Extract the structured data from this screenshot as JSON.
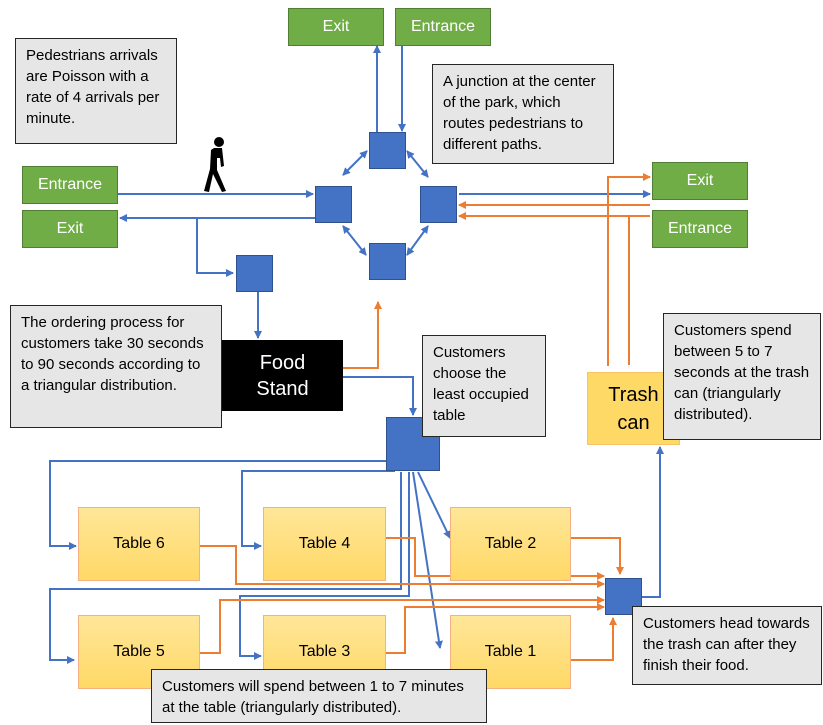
{
  "colors": {
    "blue_flow": "#4472c4",
    "orange_flow": "#ed7d31",
    "green_box": "#70ad47",
    "table_fill": "#ffd966",
    "note_fill": "#e7e6e6"
  },
  "top": {
    "exit": "Exit",
    "entrance": "Entrance"
  },
  "left": {
    "entrance": "Entrance",
    "exit": "Exit"
  },
  "right": {
    "exit": "Exit",
    "entrance": "Entrance"
  },
  "notes": {
    "arrivals": "Pedestrians arrivals are Poisson with a rate of 4 arrivals per minute.",
    "junction": "A junction at the center of the park, which routes pedestrians to different paths.",
    "ordering": "The ordering process for customers take 30 seconds to 90 seconds according to a triangular distribution.",
    "choose_table": "Customers choose the least occupied table",
    "trash_time": "Customers spend between 5 to 7 seconds at the trash can (triangularly distributed).",
    "head_trash": "Customers head towards the trash can after they finish their food.",
    "table_time": "Customers will spend between 1 to 7 minutes at the table (triangularly distributed)."
  },
  "food_stand": {
    "line1": "Food",
    "line2": "Stand"
  },
  "trash_can": {
    "line1": "Trash",
    "line2": "can"
  },
  "tables": {
    "t1": "Table 1",
    "t2": "Table 2",
    "t3": "Table 3",
    "t4": "Table 4",
    "t5": "Table 5",
    "t6": "Table 6"
  },
  "icons": {
    "pedestrian": "walking-person-icon"
  }
}
